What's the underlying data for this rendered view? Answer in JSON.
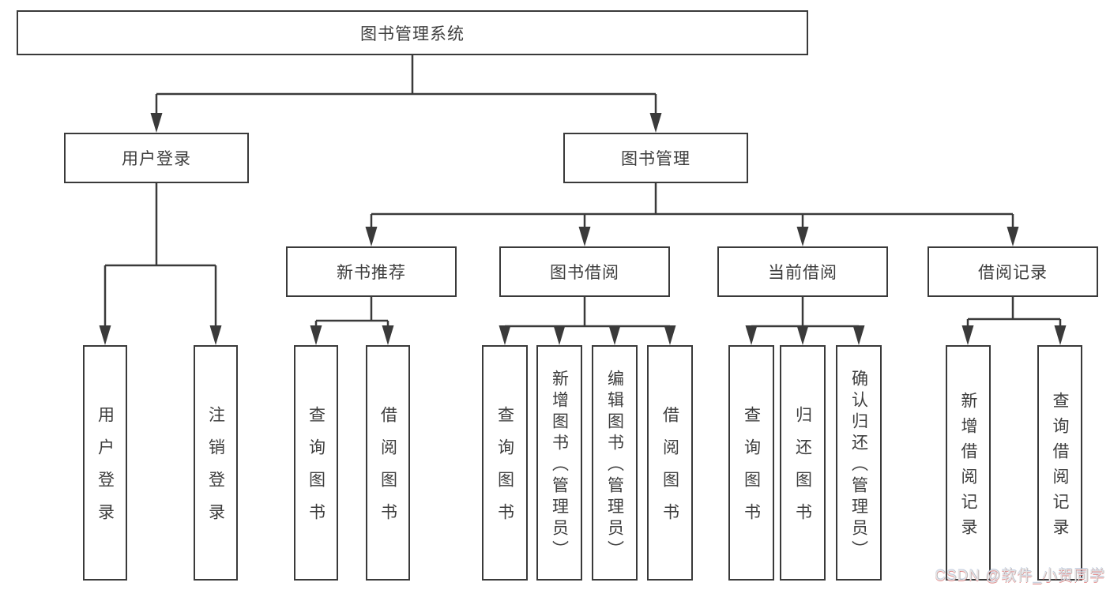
{
  "tree": {
    "label": "图书管理系统",
    "children": [
      {
        "label": "用户登录",
        "children": [
          {
            "label": "用户登录"
          },
          {
            "label": "注销登录"
          }
        ]
      },
      {
        "label": "图书管理",
        "children": [
          {
            "label": "新书推荐",
            "children": [
              {
                "label": "查询图书"
              },
              {
                "label": "借阅图书"
              }
            ]
          },
          {
            "label": "图书借阅",
            "children": [
              {
                "label": "查询图书"
              },
              {
                "label": "新增图书（管理员）"
              },
              {
                "label": "编辑图书（管理员）"
              },
              {
                "label": "借阅图书"
              }
            ]
          },
          {
            "label": "当前借阅",
            "children": [
              {
                "label": "查询图书"
              },
              {
                "label": "归还图书"
              },
              {
                "label": "确认归还（管理员）"
              }
            ]
          },
          {
            "label": "借阅记录",
            "children": [
              {
                "label": "新增借阅记录"
              },
              {
                "label": "查询借阅记录"
              }
            ]
          }
        ]
      }
    ]
  },
  "watermark": "CSDN @软件_小贺同学",
  "colors": {
    "line": "#3a3a3a",
    "text": "#3d3d3d",
    "background": "#ffffff",
    "watermark": "#e4e4e4"
  }
}
